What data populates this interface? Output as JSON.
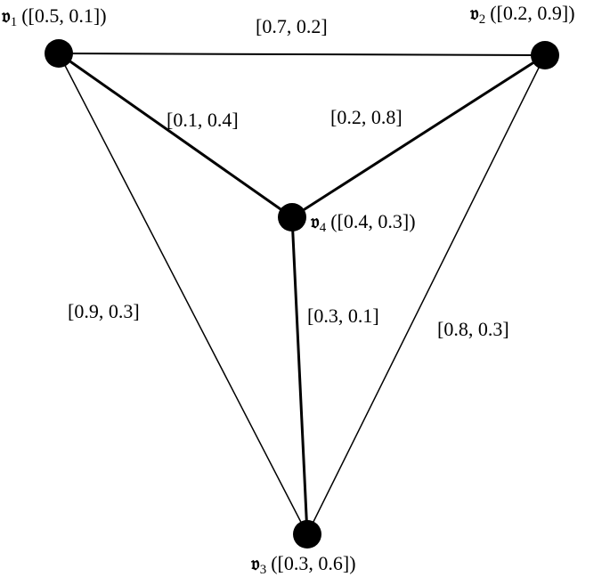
{
  "graph": {
    "vertices": [
      {
        "id": "v1",
        "symbol": "𝔳",
        "subscript": "1",
        "label": "([0.5, 0.1])"
      },
      {
        "id": "v2",
        "symbol": "𝔳",
        "subscript": "2",
        "label": "([0.2, 0.9])"
      },
      {
        "id": "v3",
        "symbol": "𝔳",
        "subscript": "3",
        "label": "([0.3, 0.6])"
      },
      {
        "id": "v4",
        "symbol": "𝔳",
        "subscript": "4",
        "label": "([0.4, 0.3])"
      }
    ],
    "edges": [
      {
        "from": "v1",
        "to": "v2",
        "label": "[0.7, 0.2]"
      },
      {
        "from": "v1",
        "to": "v4",
        "label": "[0.1, 0.4]"
      },
      {
        "from": "v2",
        "to": "v4",
        "label": "[0.2, 0.8]"
      },
      {
        "from": "v1",
        "to": "v3",
        "label": "[0.9, 0.3]"
      },
      {
        "from": "v4",
        "to": "v3",
        "label": "[0.3, 0.1]"
      },
      {
        "from": "v2",
        "to": "v3",
        "label": "[0.8, 0.3]"
      }
    ]
  }
}
